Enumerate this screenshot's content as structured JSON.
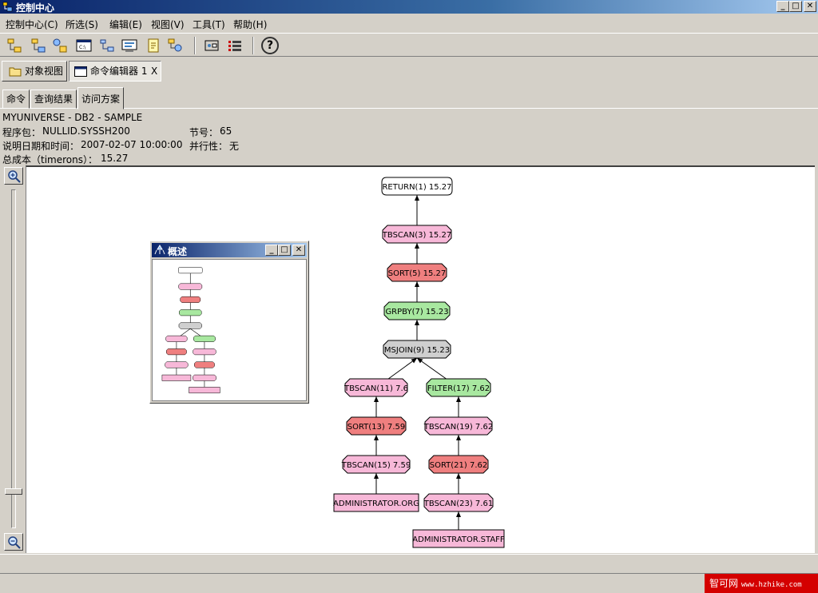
{
  "window": {
    "title": "控制中心",
    "controls": {
      "minimize": "_",
      "maximize": "□",
      "close": "✕"
    }
  },
  "menu": [
    "控制中心(C)",
    "所选(S)",
    "编辑(E)",
    "视图(V)",
    "工具(T)",
    "帮助(H)"
  ],
  "toolbar": {
    "icons": [
      "object-tree-icon",
      "object-tree-alt-icon",
      "object-tree-group-icon",
      "command-editor-icon",
      "replication-icon",
      "task-center-icon",
      "journal-icon",
      "license-center-icon",
      "tools-settings-icon",
      "detail-view-icon"
    ],
    "help_label": "?"
  },
  "view_tabs": [
    {
      "label": "对象视图",
      "active": false
    },
    {
      "label": "命令编辑器 1",
      "active": true,
      "close": "X"
    }
  ],
  "sub_tabs": [
    {
      "label": "命令",
      "active": false
    },
    {
      "label": "查询结果",
      "active": false
    },
    {
      "label": "访问方案",
      "active": true
    }
  ],
  "info": {
    "db": "MYUNIVERSE - DB2 - SAMPLE",
    "package_label": "程序包：",
    "package_value": "NULLID.SYSSH200",
    "section_label": "节号：",
    "section_value": "65",
    "explain_label": "说明日期和时间：",
    "explain_value": "2007-02-07 10:00:00",
    "parallel_label": "并行性：",
    "parallel_value": "无",
    "cost_label": "总成本（timerons）：",
    "cost_value": "15.27"
  },
  "zoom": {
    "level": 0.1
  },
  "overview_window": {
    "title": "概述",
    "controls": {
      "minimize": "_",
      "maximize": "□",
      "close": "✕"
    }
  },
  "access_plan": {
    "colors": {
      "return": "#ffffff",
      "scan": "#f7b8d8",
      "sort": "#ef7f7f",
      "grpby": "#a8e8a0",
      "msjoin": "#cfcfcf",
      "filter": "#a8e8a0",
      "table": "#f7b8d8"
    },
    "nodes": [
      {
        "id": "n1",
        "label": "RETURN(1) 15.27",
        "kind": "return"
      },
      {
        "id": "n3",
        "label": "TBSCAN(3) 15.27",
        "kind": "scan"
      },
      {
        "id": "n5",
        "label": "SORT(5) 15.27",
        "kind": "sort"
      },
      {
        "id": "n7",
        "label": "GRPBY(7) 15.23",
        "kind": "grpby"
      },
      {
        "id": "n9",
        "label": "MSJOIN(9) 15.23",
        "kind": "msjoin"
      },
      {
        "id": "n11",
        "label": "TBSCAN(11) 7.6",
        "kind": "scan"
      },
      {
        "id": "n17",
        "label": "FILTER(17) 7.62",
        "kind": "filter"
      },
      {
        "id": "n13",
        "label": "SORT(13) 7.59",
        "kind": "sort"
      },
      {
        "id": "n19",
        "label": "TBSCAN(19) 7.62",
        "kind": "scan"
      },
      {
        "id": "n15",
        "label": "TBSCAN(15) 7.59",
        "kind": "scan"
      },
      {
        "id": "n21",
        "label": "SORT(21) 7.62",
        "kind": "sort"
      },
      {
        "id": "org",
        "label": "ADMINISTRATOR.ORG",
        "kind": "table"
      },
      {
        "id": "n23",
        "label": "TBSCAN(23) 7.61",
        "kind": "scan"
      },
      {
        "id": "staff",
        "label": "ADMINISTRATOR.STAFF",
        "kind": "table"
      }
    ],
    "edges": [
      [
        "n3",
        "n1"
      ],
      [
        "n5",
        "n3"
      ],
      [
        "n7",
        "n5"
      ],
      [
        "n9",
        "n7"
      ],
      [
        "n11",
        "n9"
      ],
      [
        "n17",
        "n9"
      ],
      [
        "n13",
        "n11"
      ],
      [
        "n19",
        "n17"
      ],
      [
        "n15",
        "n13"
      ],
      [
        "n21",
        "n19"
      ],
      [
        "org",
        "n15"
      ],
      [
        "n23",
        "n21"
      ],
      [
        "staff",
        "n23"
      ]
    ]
  },
  "watermark": {
    "brand": "智可网",
    "url": "www.hzhike.com"
  }
}
